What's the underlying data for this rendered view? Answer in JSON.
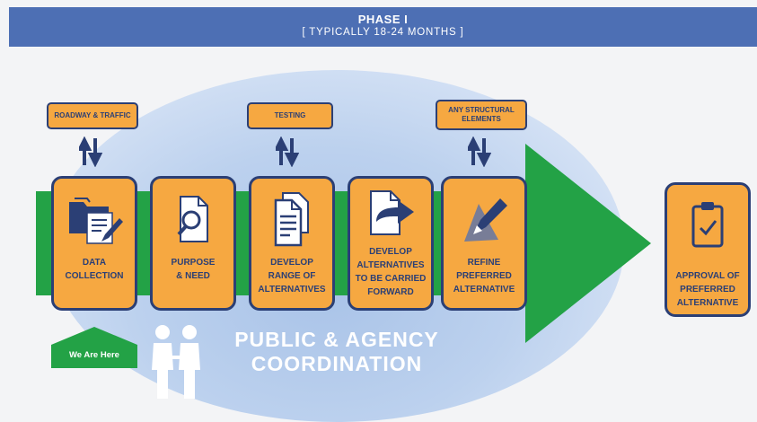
{
  "banner": {
    "phase": "PHASE I",
    "duration": "[ TYPICALLY 18-24 MONTHS ]"
  },
  "inputs": [
    {
      "label": "ROADWAY & TRAFFIC",
      "linked_step": "DATA COLLECTION"
    },
    {
      "label": "TESTING",
      "linked_step": "DEVELOP RANGE OF ALTERNATIVES"
    },
    {
      "label_line1": "ANY STRUCTURAL",
      "label_line2": "ELEMENTS",
      "linked_step": "REFINE PREFERRED ALTERNATIVE"
    }
  ],
  "steps": [
    {
      "line1": "DATA",
      "line2": "COLLECTION",
      "icon": "folder-document-pencil-icon"
    },
    {
      "line1": "PURPOSE",
      "line2": "& NEED",
      "icon": "document-magnifier-icon"
    },
    {
      "line1": "DEVELOP",
      "line2": "RANGE OF",
      "line3": "ALTERNATIVES",
      "icon": "document-list-icon"
    },
    {
      "line1": "DEVELOP",
      "line2": "ALTERNATIVES",
      "line3": "TO BE CARRIED",
      "line4": "FORWARD",
      "icon": "document-forward-arrow-icon"
    },
    {
      "line1": "REFINE",
      "line2": "PREFERRED",
      "line3": "ALTERNATIVE",
      "icon": "pencil-triangle-icon"
    },
    {
      "line1": "APPROVAL OF",
      "line2": "PREFERRED",
      "line3": "ALTERNATIVE",
      "icon": "clipboard-check-icon"
    }
  ],
  "marker": {
    "label": "We Are Here"
  },
  "coordination": {
    "line1": "PUBLIC & AGENCY",
    "line2": "COORDINATION",
    "icon": "people-icon"
  },
  "colors": {
    "banner": "#4d6fb4",
    "box_fill": "#f6a841",
    "box_border": "#2b3f75",
    "arrow_green": "#23a246",
    "oval_blue": "#b3cbee"
  }
}
